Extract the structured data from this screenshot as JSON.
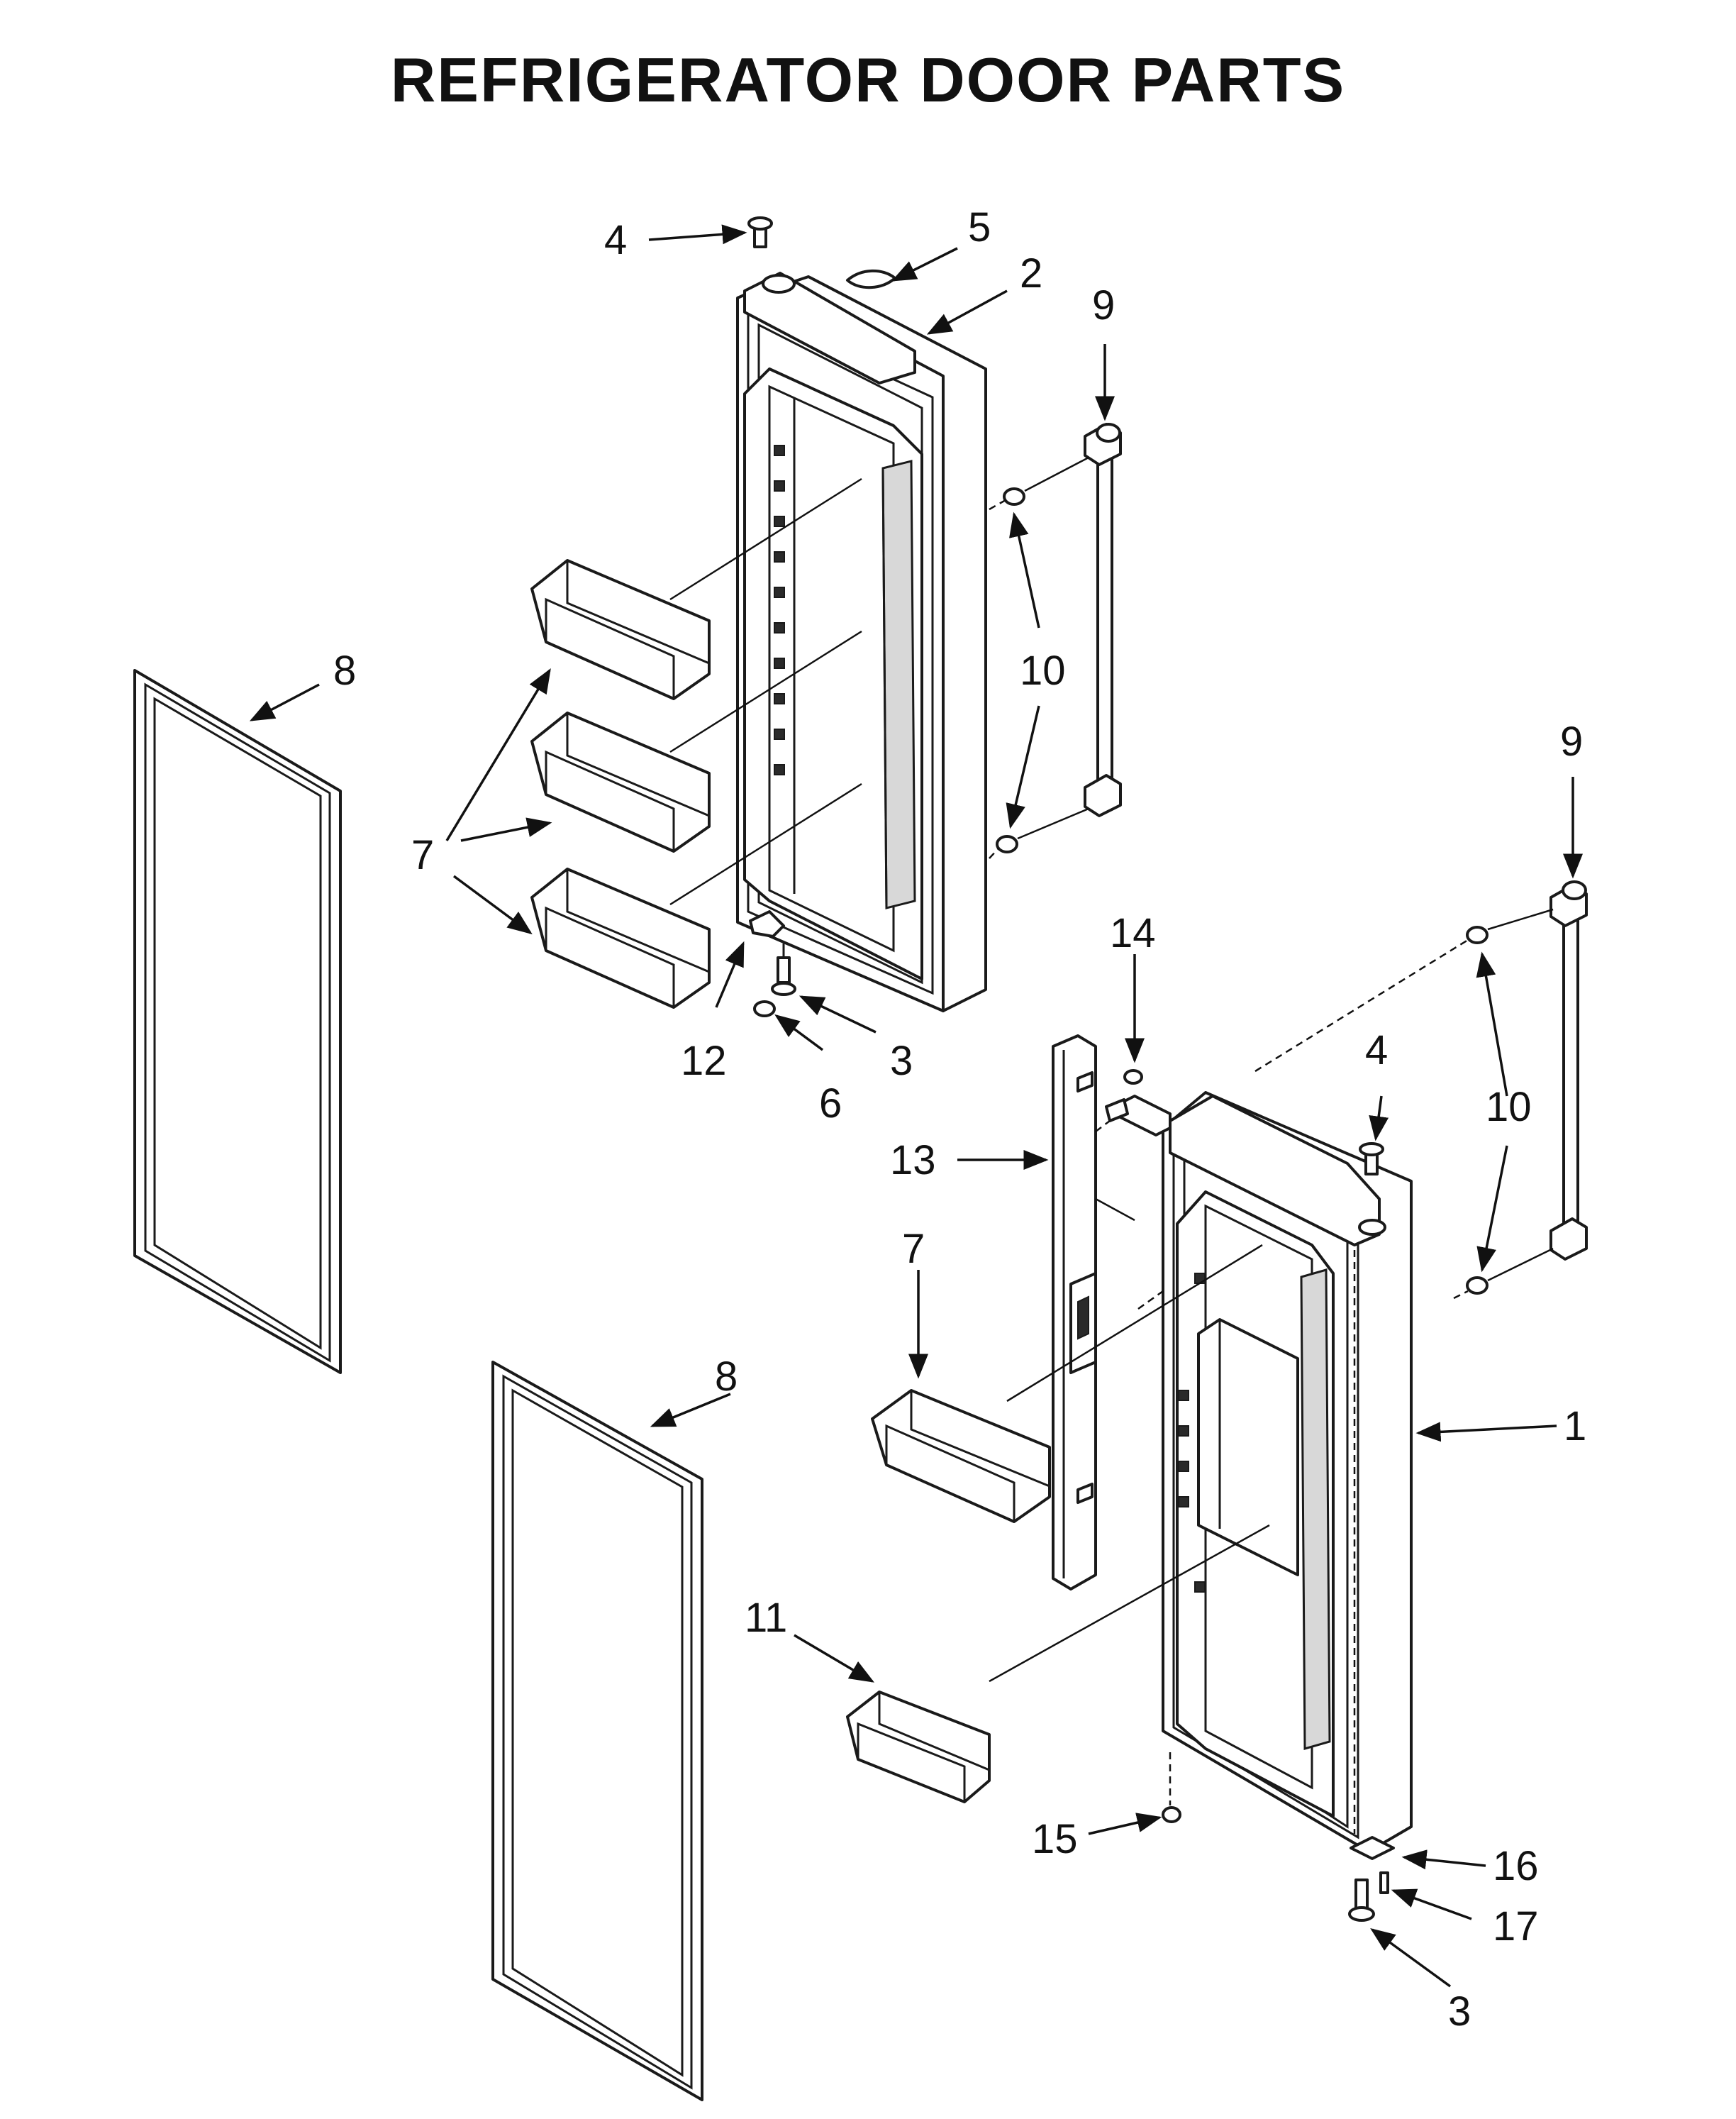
{
  "title": "REFRIGERATOR DOOR PARTS",
  "callouts": {
    "c1": "1",
    "c2": "2",
    "c3a": "3",
    "c3b": "3",
    "c4a": "4",
    "c4b": "4",
    "c5": "5",
    "c6": "6",
    "c7a": "7",
    "c7b": "7",
    "c8a": "8",
    "c8b": "8",
    "c9a": "9",
    "c9b": "9",
    "c10a": "10",
    "c10b": "10",
    "c11": "11",
    "c12": "12",
    "c13": "13",
    "c14": "14",
    "c15": "15",
    "c16": "16",
    "c17": "17"
  }
}
